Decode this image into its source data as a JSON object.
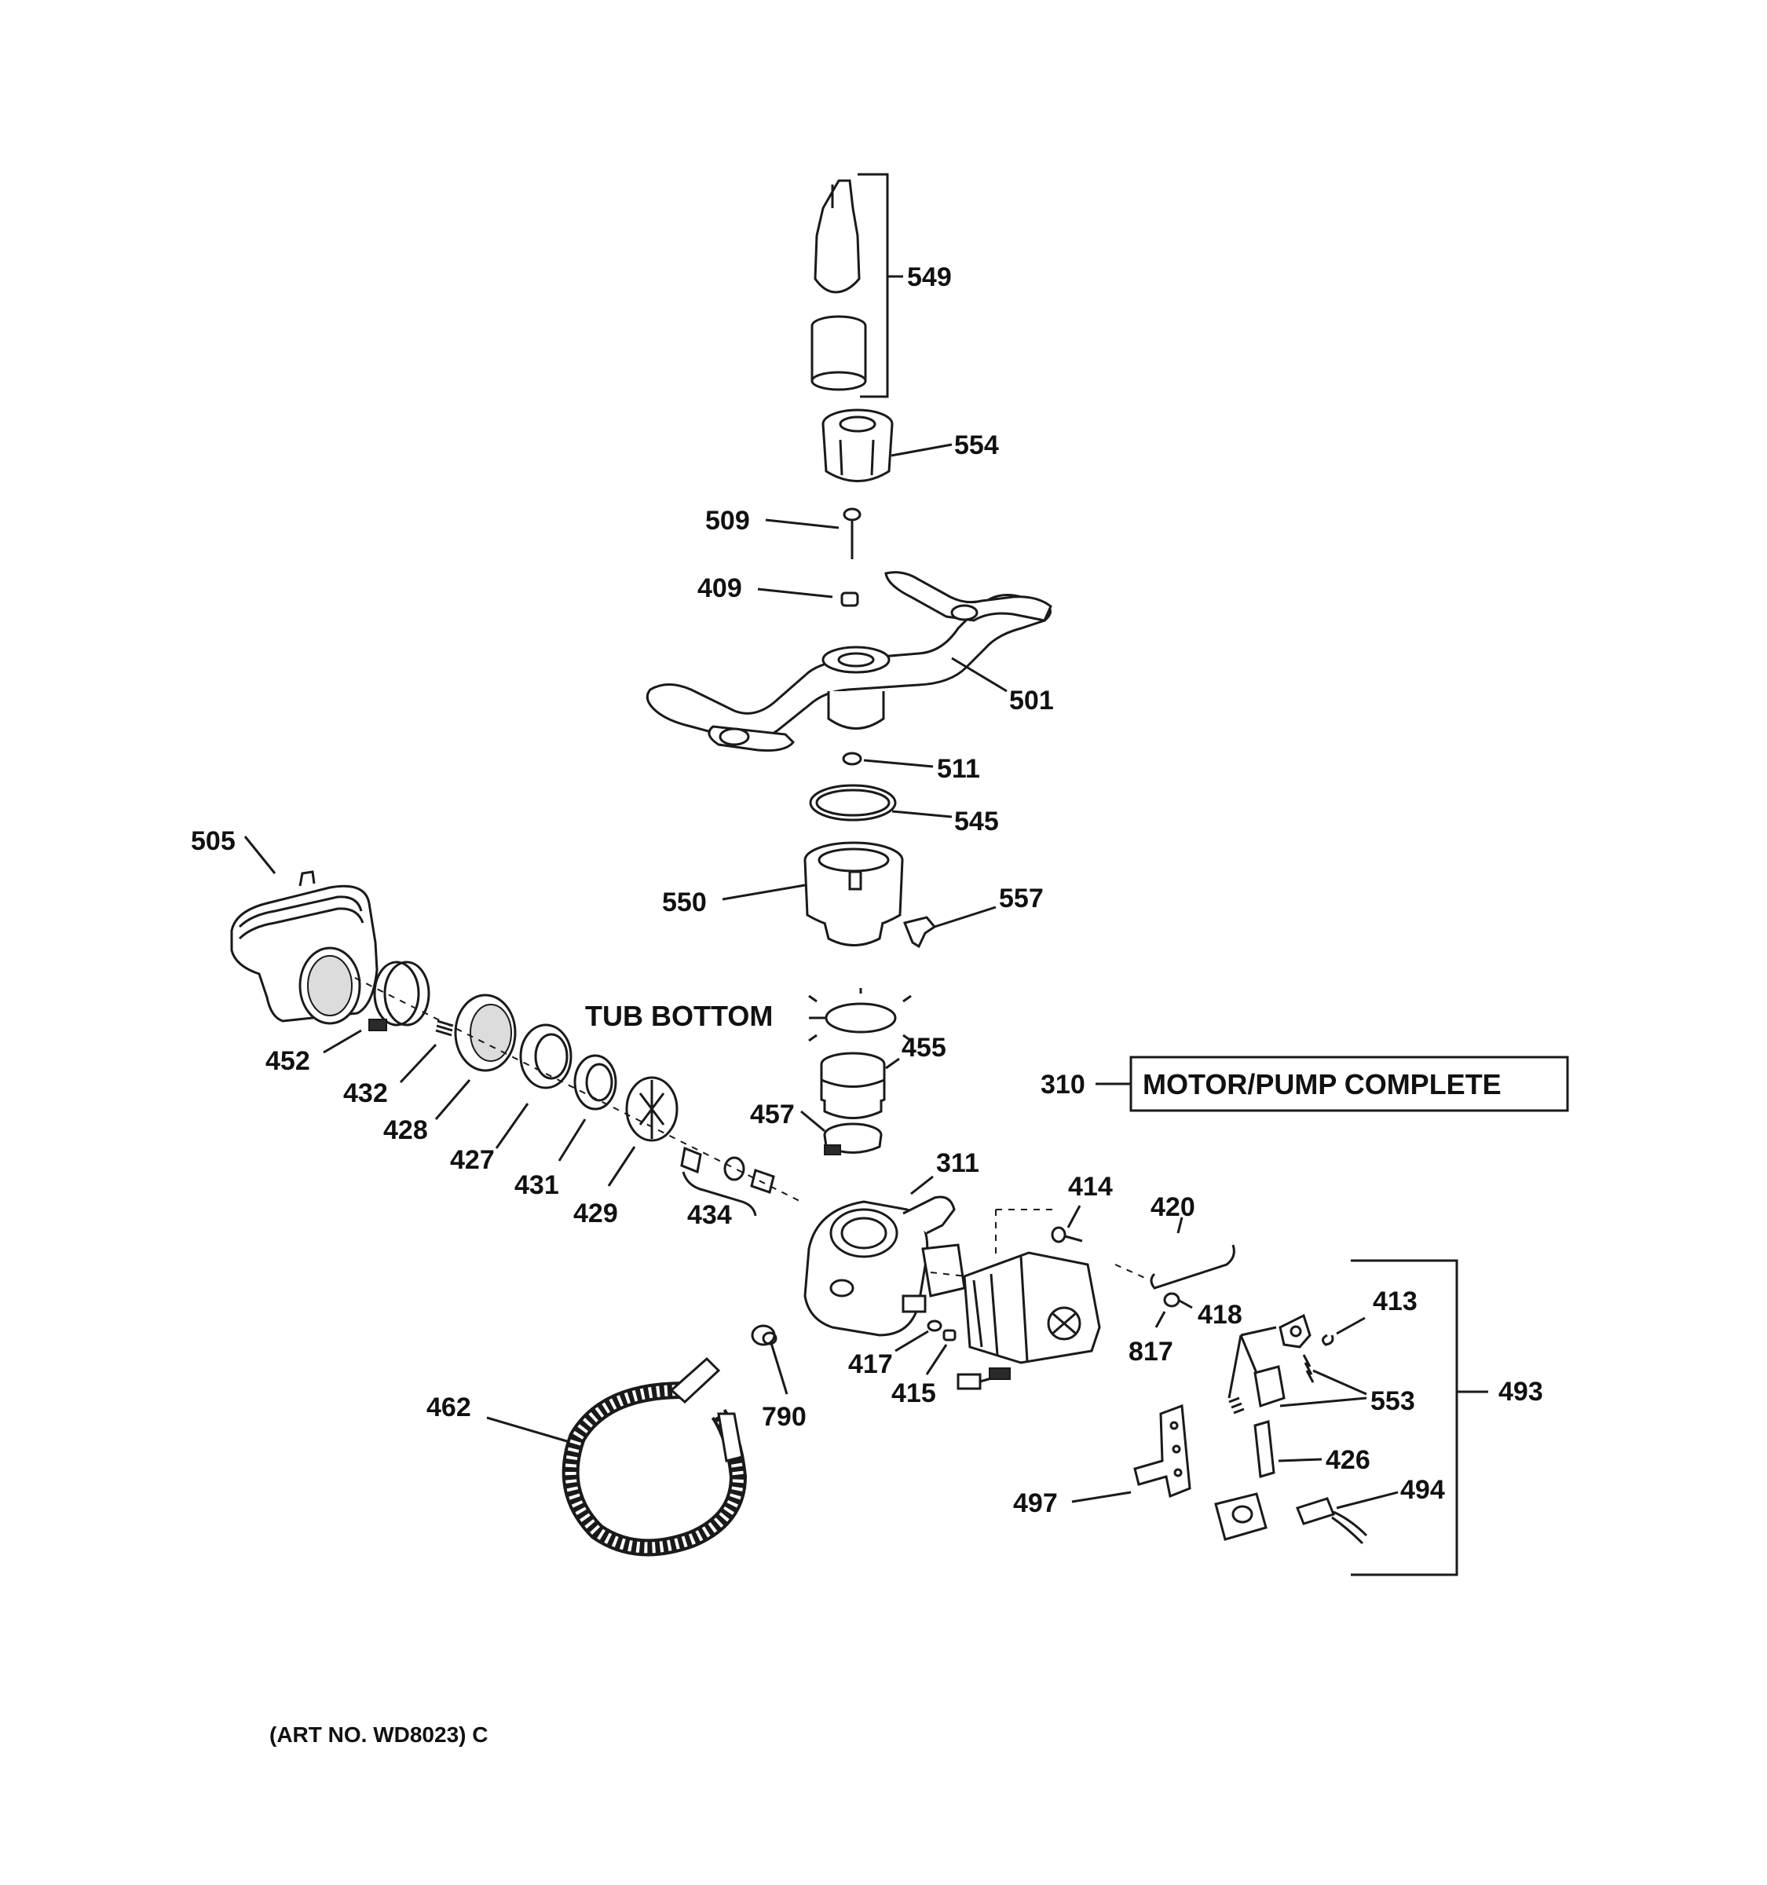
{
  "colors": {
    "ink": "#111111",
    "background": "#ffffff"
  },
  "diagram": {
    "labels": {
      "p549": "549",
      "p554": "554",
      "p509": "509",
      "p409": "409",
      "p501": "501",
      "p511": "511",
      "p545": "545",
      "p505": "505",
      "p550": "550",
      "p557": "557",
      "p452": "452",
      "p432": "432",
      "p428": "428",
      "p427": "427",
      "p431": "431",
      "p429": "429",
      "p434": "434",
      "p455": "455",
      "p457": "457",
      "p311": "311",
      "p414": "414",
      "p420": "420",
      "p418": "418",
      "p413": "413",
      "p817": "817",
      "p417": "417",
      "p415": "415",
      "p790": "790",
      "p462": "462",
      "p553": "553",
      "p493": "493",
      "p426": "426",
      "p497": "497",
      "p494": "494",
      "p310": "310"
    },
    "tub_bottom": "TUB BOTTOM",
    "motor_pump_box": "MOTOR/PUMP COMPLETE",
    "art_number": "(ART NO. WD8023) C"
  }
}
